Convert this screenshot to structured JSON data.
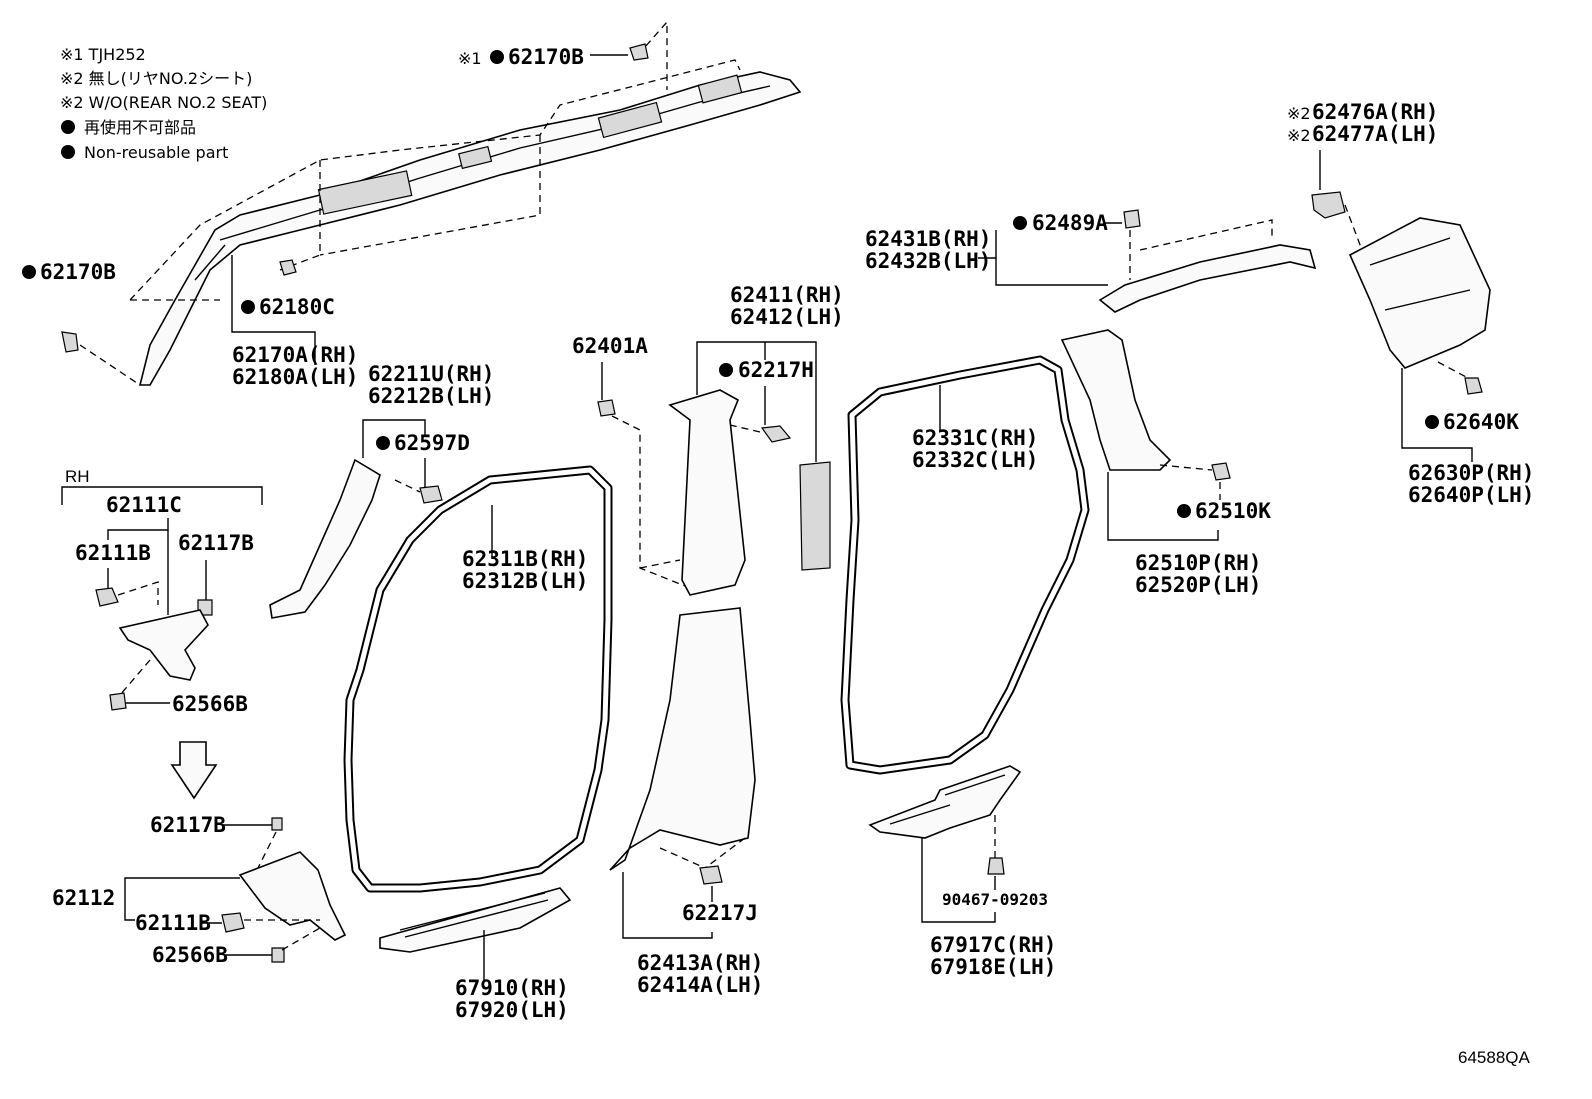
{
  "notes": {
    "n1": "※1 TJH252",
    "n2a": "※2 無し(リヤNO.2シート)",
    "n2b": "※2 W/O(REAR NO.2 SEAT)",
    "n3": "再使用不可部品",
    "n4": "Non-reusable part"
  },
  "labels": {
    "p62170B_top_mark": "※1",
    "p62170B_top": "62170B",
    "p62170B_left": "62170B",
    "p62180C": "62180C",
    "p62170A": "62170A(RH)",
    "p62180A": "62180A(LH)",
    "rh_title": "RH",
    "p62111C": "62111C",
    "p62111B_a": "62111B",
    "p62117B_a": "62117B",
    "p62566B_a": "62566B",
    "p62117B_b": "62117B",
    "p62112": "62112",
    "p62111B_b": "62111B",
    "p62566B_b": "62566B",
    "p62211U": "62211U(RH)",
    "p62212B": "62212B(LH)",
    "p62597D": "62597D",
    "p62311B": "62311B(RH)",
    "p62312B": "62312B(LH)",
    "p67910": "67910(RH)",
    "p67920": "67920(LH)",
    "p62401A": "62401A",
    "p62411": "62411(RH)",
    "p62412": "62412(LH)",
    "p62217H": "62217H",
    "p62217J": "62217J",
    "p62413A": "62413A(RH)",
    "p62414A": "62414A(LH)",
    "p62431B": "62431B(RH)",
    "p62432B": "62432B(LH)",
    "p62489A": "62489A",
    "p62331C": "62331C(RH)",
    "p62332C": "62332C(LH)",
    "p62510K": "62510K",
    "p62510P": "62510P(RH)",
    "p62520P": "62520P(LH)",
    "p90467": "90467-09203",
    "p67917C": "67917C(RH)",
    "p67918E": "67918E(LH)",
    "p62476A_mark": "※2",
    "p62476A": "62476A(RH)",
    "p62477A_mark": "※2",
    "p62477A": "62477A(LH)",
    "p62640K": "62640K",
    "p62630P": "62630P(RH)",
    "p62640P": "62640P(LH)"
  },
  "reference": "64588QA"
}
